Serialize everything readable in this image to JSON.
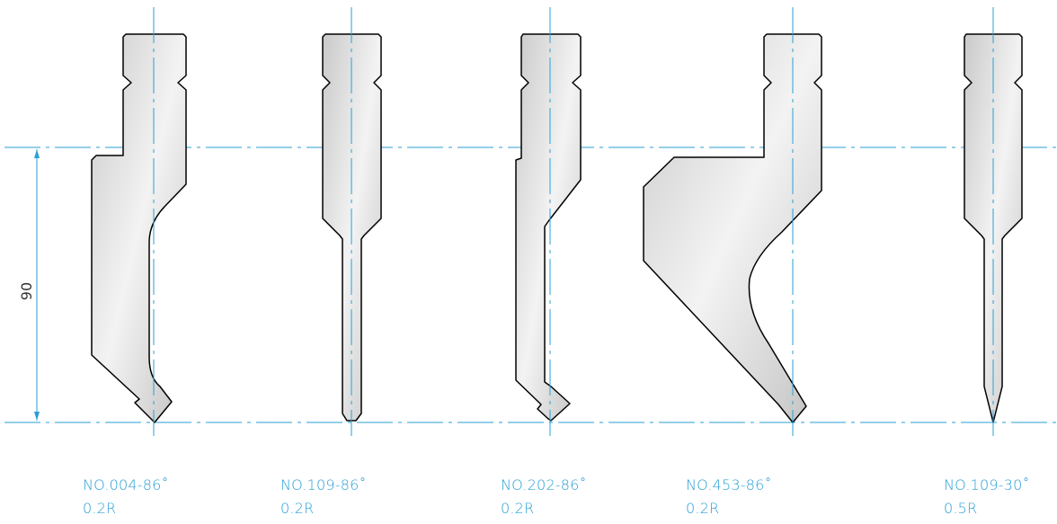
{
  "colors": {
    "centerline": "#2a9fd6",
    "dimension": "#2a9fd6",
    "outline": "#000000",
    "fill_light": "#f2f2f2",
    "fill_dark": "#c4c4c4",
    "label": "#2a9fd6"
  },
  "dimension": {
    "value": "90"
  },
  "tools": [
    {
      "code": "NO.004-86˚",
      "radius": "0.2R"
    },
    {
      "code": "NO.109-86˚",
      "radius": "0.2R"
    },
    {
      "code": "NO.202-86˚",
      "radius": "0.2R"
    },
    {
      "code": "NO.453-86˚",
      "radius": "0.2R"
    },
    {
      "code": "NO.109-30˚",
      "radius": "0.5R"
    }
  ]
}
